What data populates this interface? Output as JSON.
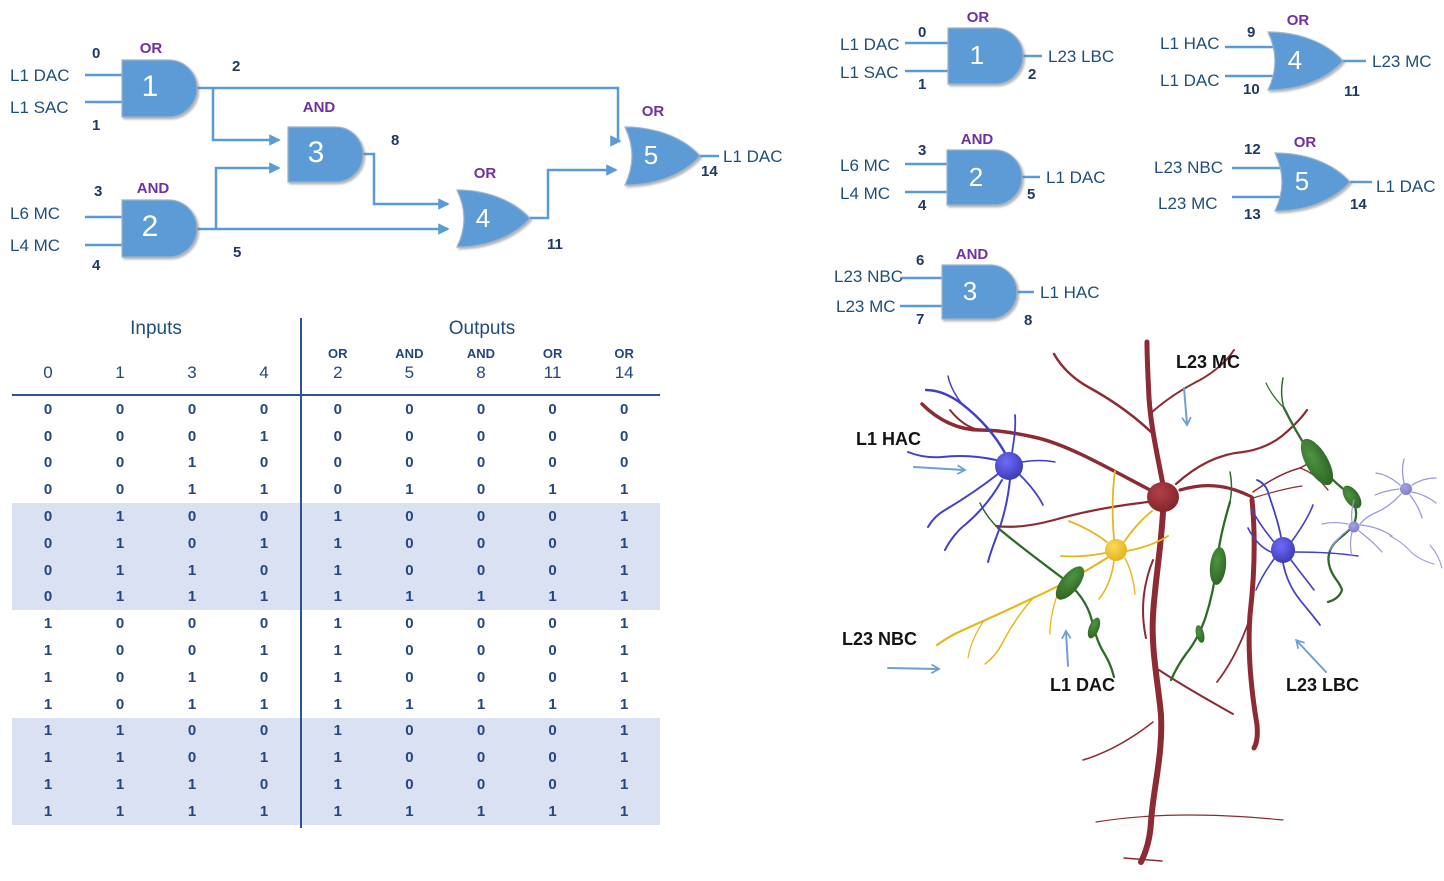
{
  "colors": {
    "gate_fill": "#5B9BD5",
    "wire": "#5B9BD5",
    "gate_type_label": "#7030A0",
    "wire_number": "#1F3864",
    "io_label": "#1F4E79",
    "table_line": "#2F5496",
    "table_text": "#24457F",
    "row_shade": "#D9E1F2",
    "annotation_arrow": "#6FA0D4",
    "neuron_maroon": "#8C2B33",
    "neuron_blue": "#4543CE",
    "neuron_yellow": "#F0C42B",
    "neuron_green": "#3F7D33",
    "neuron_faint": "#9A99DB"
  },
  "main_circuit": {
    "gates": [
      {
        "number": "1",
        "type": "OR"
      },
      {
        "number": "2",
        "type": "AND"
      },
      {
        "number": "3",
        "type": "AND"
      },
      {
        "number": "4",
        "type": "OR"
      },
      {
        "number": "5",
        "type": "OR"
      }
    ],
    "input_labels": [
      {
        "name": "L1 DAC",
        "wire": "0"
      },
      {
        "name": "L1 SAC",
        "wire": "1"
      },
      {
        "name": "L6 MC",
        "wire": "3"
      },
      {
        "name": "L4 MC",
        "wire": "4"
      }
    ],
    "wire_labels": {
      "g1_out": "2",
      "g2_out": "5",
      "g3_out": "8",
      "g4_out": "11",
      "g5_out": "14"
    },
    "output_label": "L1 DAC"
  },
  "truth_table": {
    "inputs_header": "Inputs",
    "outputs_header": "Outputs",
    "gate_types": [
      "OR",
      "AND",
      "AND",
      "OR",
      "OR"
    ],
    "input_cols": [
      "0",
      "1",
      "3",
      "4"
    ],
    "output_cols": [
      "2",
      "5",
      "8",
      "11",
      "14"
    ],
    "rows": [
      {
        "in": [
          0,
          0,
          0,
          0
        ],
        "out": [
          0,
          0,
          0,
          0,
          0
        ],
        "shaded": false
      },
      {
        "in": [
          0,
          0,
          0,
          1
        ],
        "out": [
          0,
          0,
          0,
          0,
          0
        ],
        "shaded": false
      },
      {
        "in": [
          0,
          0,
          1,
          0
        ],
        "out": [
          0,
          0,
          0,
          0,
          0
        ],
        "shaded": false
      },
      {
        "in": [
          0,
          0,
          1,
          1
        ],
        "out": [
          0,
          1,
          0,
          1,
          1
        ],
        "shaded": false
      },
      {
        "in": [
          0,
          1,
          0,
          0
        ],
        "out": [
          1,
          0,
          0,
          0,
          1
        ],
        "shaded": true
      },
      {
        "in": [
          0,
          1,
          0,
          1
        ],
        "out": [
          1,
          0,
          0,
          0,
          1
        ],
        "shaded": true
      },
      {
        "in": [
          0,
          1,
          1,
          0
        ],
        "out": [
          1,
          0,
          0,
          0,
          1
        ],
        "shaded": true
      },
      {
        "in": [
          0,
          1,
          1,
          1
        ],
        "out": [
          1,
          1,
          1,
          1,
          1
        ],
        "shaded": true
      },
      {
        "in": [
          1,
          0,
          0,
          0
        ],
        "out": [
          1,
          0,
          0,
          0,
          1
        ],
        "shaded": false
      },
      {
        "in": [
          1,
          0,
          0,
          1
        ],
        "out": [
          1,
          0,
          0,
          0,
          1
        ],
        "shaded": false
      },
      {
        "in": [
          1,
          0,
          1,
          0
        ],
        "out": [
          1,
          0,
          0,
          0,
          1
        ],
        "shaded": false
      },
      {
        "in": [
          1,
          0,
          1,
          1
        ],
        "out": [
          1,
          1,
          1,
          1,
          1
        ],
        "shaded": false
      },
      {
        "in": [
          1,
          1,
          0,
          0
        ],
        "out": [
          1,
          0,
          0,
          0,
          1
        ],
        "shaded": true
      },
      {
        "in": [
          1,
          1,
          0,
          1
        ],
        "out": [
          1,
          0,
          0,
          0,
          1
        ],
        "shaded": true
      },
      {
        "in": [
          1,
          1,
          1,
          0
        ],
        "out": [
          1,
          0,
          0,
          0,
          1
        ],
        "shaded": true
      },
      {
        "in": [
          1,
          1,
          1,
          1
        ],
        "out": [
          1,
          1,
          1,
          1,
          1
        ],
        "shaded": true
      }
    ]
  },
  "gate_panel": {
    "gates": [
      {
        "number": "1",
        "type": "OR",
        "in1": "L1 DAC",
        "in1_wire": "0",
        "in2": "L1 SAC",
        "in2_wire": "1",
        "out": "L23 LBC",
        "out_wire": "2"
      },
      {
        "number": "2",
        "type": "AND",
        "in1": "L6 MC",
        "in1_wire": "3",
        "in2": "L4 MC",
        "in2_wire": "4",
        "out": "L1 DAC",
        "out_wire": "5"
      },
      {
        "number": "3",
        "type": "AND",
        "in1": "L23 NBC",
        "in1_wire": "6",
        "in2": "L23 MC",
        "in2_wire": "7",
        "out": "L1 HAC",
        "out_wire": "8"
      },
      {
        "number": "4",
        "type": "OR",
        "in1": "L1 HAC",
        "in1_wire": "9",
        "in2": "L1 DAC",
        "in2_wire": "10",
        "out": "L23 MC",
        "out_wire": "11"
      },
      {
        "number": "5",
        "type": "OR",
        "in1": "L23 NBC",
        "in1_wire": "12",
        "in2": "L23 MC",
        "in2_wire": "13",
        "out": "L1 DAC",
        "out_wire": "14"
      }
    ]
  },
  "neuron_figure": {
    "labels": [
      {
        "text": "L23 MC"
      },
      {
        "text": "L1 HAC"
      },
      {
        "text": "L23 NBC"
      },
      {
        "text": "L1 DAC"
      },
      {
        "text": "L23 LBC"
      }
    ]
  }
}
